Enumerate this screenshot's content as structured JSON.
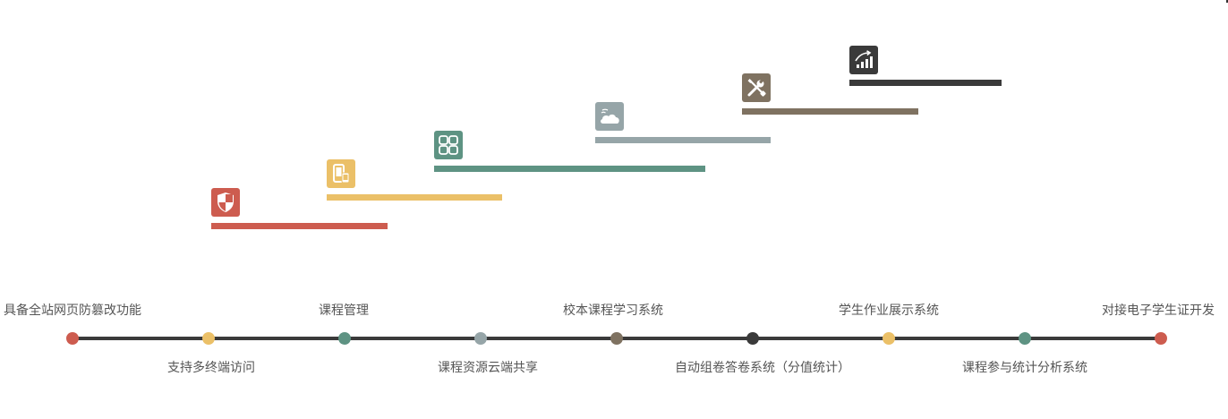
{
  "colors": {
    "red": "#cd5c4f",
    "yellow": "#ebc068",
    "teal": "#5e9383",
    "gray": "#96a5a8",
    "brown": "#7f7261",
    "dark": "#3a3a3a",
    "line": "#3a3a3a",
    "text": "#555555"
  },
  "steps": [
    {
      "icon": "shield-icon",
      "color": "#cd5c4f"
    },
    {
      "icon": "devices-icon",
      "color": "#ebc068"
    },
    {
      "icon": "grid-icon",
      "color": "#5e9383"
    },
    {
      "icon": "cloud-icon",
      "color": "#96a5a8"
    },
    {
      "icon": "tools-icon",
      "color": "#7f7261"
    },
    {
      "icon": "growth-chart-icon",
      "color": "#3a3a3a"
    }
  ],
  "milestones": [
    {
      "label": "具备全站网页防篡改功能",
      "color": "#cd5c4f",
      "position": "above"
    },
    {
      "label": "支持多终端访问",
      "color": "#ebc068",
      "position": "below"
    },
    {
      "label": "课程管理",
      "color": "#5e9383",
      "position": "above"
    },
    {
      "label": "课程资源云端共享",
      "color": "#96a5a8",
      "position": "below"
    },
    {
      "label": "校本课程学习系统",
      "color": "#7f7261",
      "position": "above"
    },
    {
      "label": "自动组卷答卷系统（分值统计）",
      "color": "#3a3a3a",
      "position": "below"
    },
    {
      "label": "学生作业展示系统",
      "color": "#ebc068",
      "position": "above"
    },
    {
      "label": "课程参与统计分析系统",
      "color": "#5e9383",
      "position": "below"
    },
    {
      "label": "对接电子学生证开发",
      "color": "#cd5c4f",
      "position": "above"
    }
  ]
}
